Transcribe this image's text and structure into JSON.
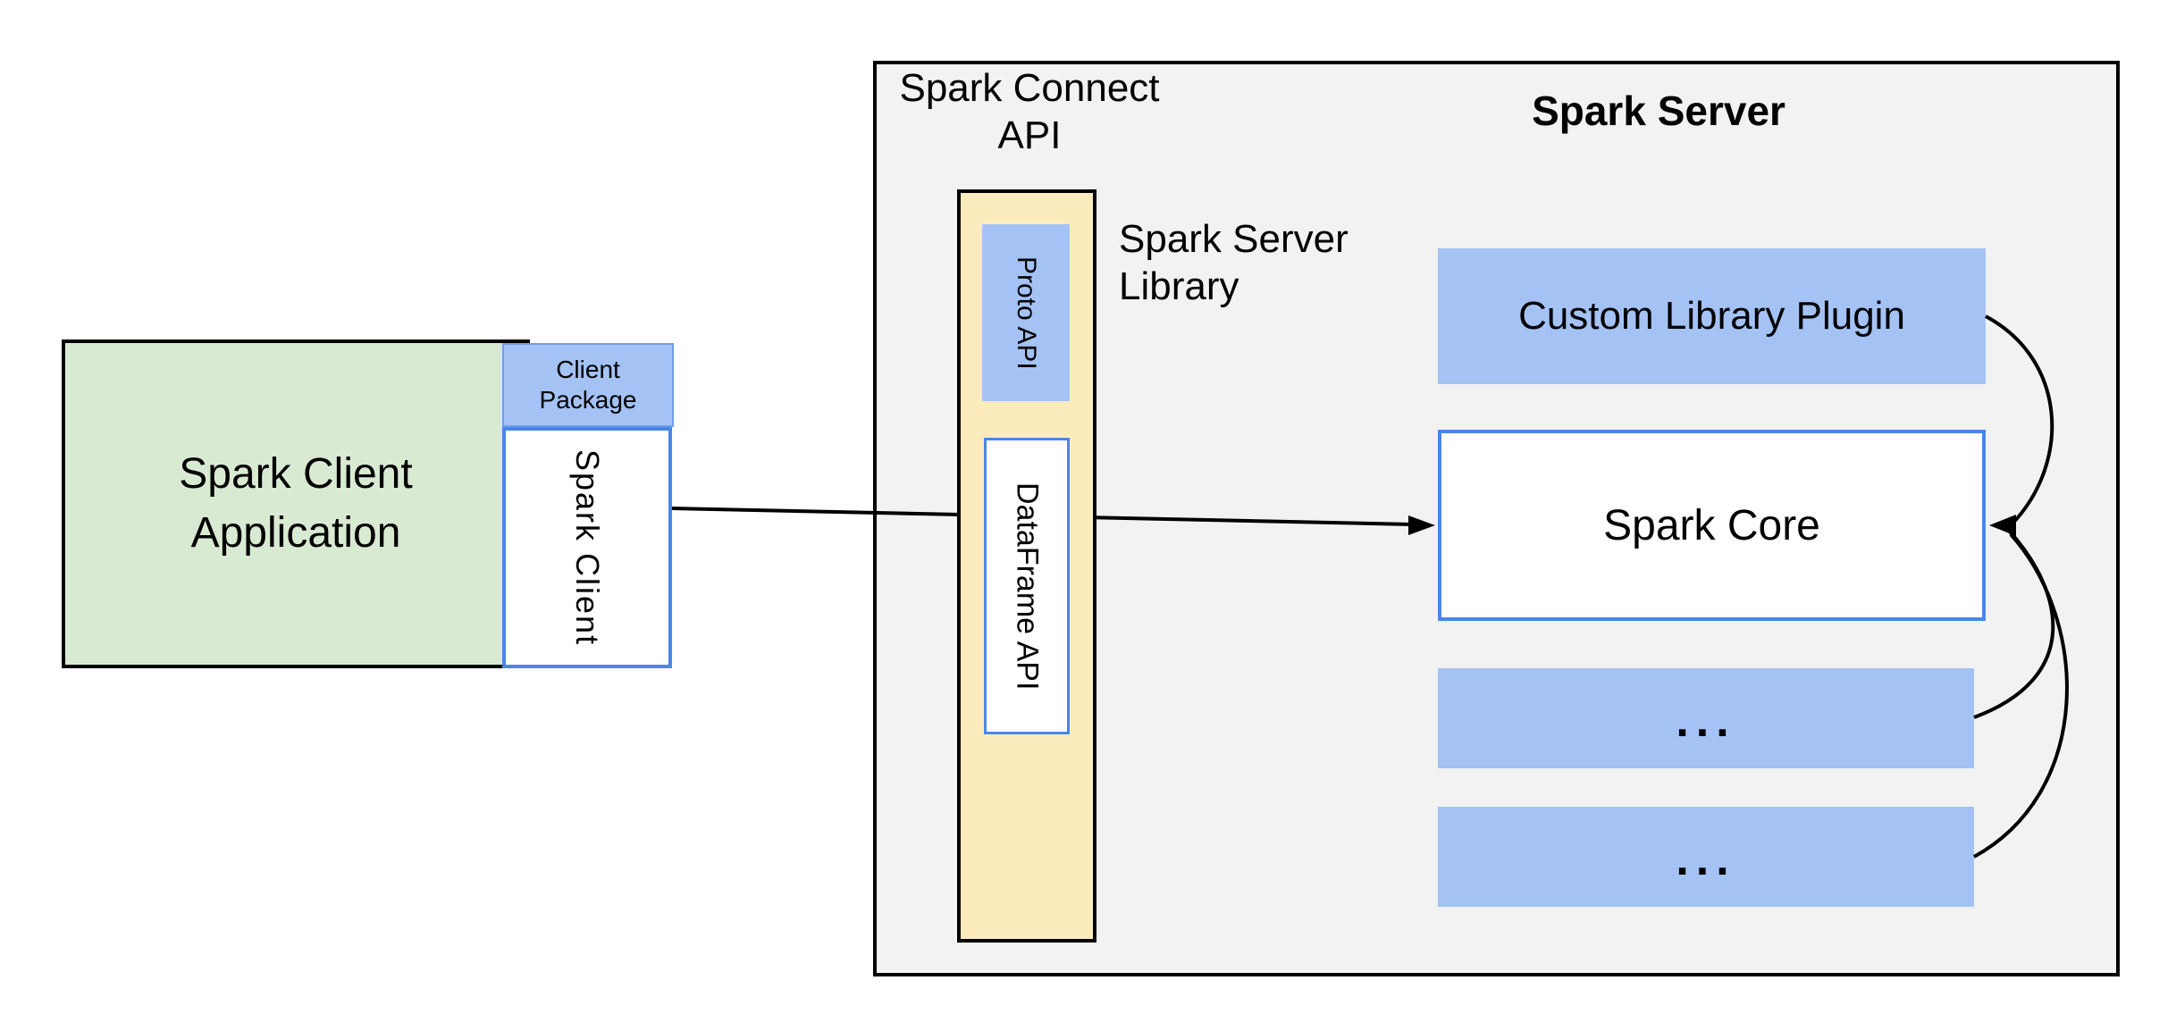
{
  "client": {
    "app_line1": "Spark Client",
    "app_line2": "Application",
    "package_line1": "Client",
    "package_line2": "Package",
    "spark_client": "Spark Client"
  },
  "connect": {
    "title_line1": "Spark Connect",
    "title_line2": "API",
    "proto": "Proto API",
    "dataframe": "DataFrame API",
    "library_line1": "Spark Server",
    "library_line2": "Library"
  },
  "server": {
    "title": "Spark Server",
    "plugin": "Custom Library Plugin",
    "core": "Spark Core",
    "dots1": "...",
    "dots2": "..."
  },
  "colors": {
    "green-fill": "#d9ead3",
    "blue-fill": "#a4c2f4",
    "blue-border": "#4a86e8",
    "blue-border-light": "#6d9eeb",
    "tan-fill": "#fcecbd",
    "gray-fill": "#f2f2f2",
    "line-color": "#000000"
  }
}
